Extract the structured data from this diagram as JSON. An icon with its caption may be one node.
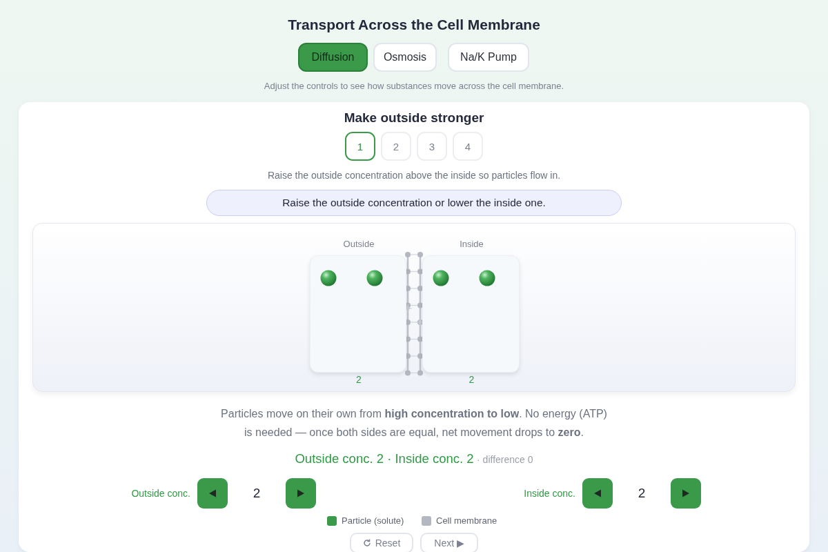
{
  "diagram": {
    "title": "Transport Across the Cell Membrane",
    "nodes": [
      {
        "text": [
          "Outside"
        ],
        "beside": [
          "2"
        ]
      },
      {
        "text": [
          "Inside"
        ],
        "beside": [
          "2"
        ]
      }
    ],
    "labels": [
      "Diffusion",
      "Osmosis",
      "Na/K Pump",
      "Adjust the controls to see how substances move across the cell membrane.",
      "Make outside stronger",
      "1",
      "2",
      "3",
      "4",
      "Raise the outside concentration above the inside so particles flow in.",
      "Raise the outside concentration or lower the inside one.",
      "Particles move on their own from **high concentration to low**. No energy (ATP) is needed — once both sides are equal, net movement drops to **zero**.",
      "Outside conc. 2 · Inside conc. 2",
      "· difference 0",
      "Outside conc.",
      "2",
      "Inside conc.",
      "2",
      "Reset",
      "Next ▶"
    ],
    "legend": [
      {
        "text": "Particle (solute)",
        "color": "#3a9a4a"
      },
      {
        "text": "Cell membrane",
        "color": "#b3b8c0"
      }
    ]
  }
}
